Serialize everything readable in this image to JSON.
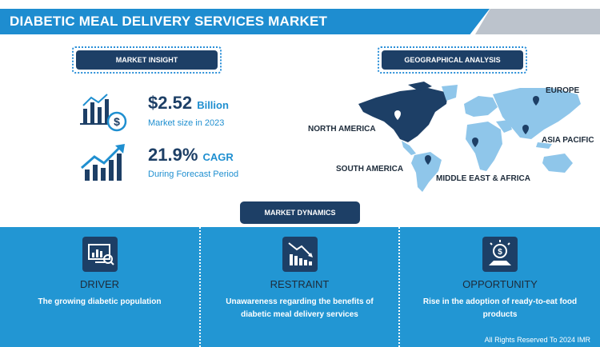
{
  "header": {
    "title": "DIABETIC MEAL DELIVERY SERVICES MARKET"
  },
  "insight": {
    "label": "MARKET INSIGHT",
    "market_size_value": "$2.52",
    "market_size_unit": "Billion",
    "market_size_caption": "Market size in 2023",
    "cagr_value": "21.9%",
    "cagr_unit": "CAGR",
    "cagr_caption": "During Forecast Period"
  },
  "geo": {
    "label": "GEOGRAPHICAL ANALYSIS",
    "regions": {
      "north_america": "NORTH AMERICA",
      "europe": "EUROPE",
      "asia_pacific": "ASIA PACIFIC",
      "south_america": "SOUTH AMERICA",
      "mea": "MIDDLE EAST & AFRICA"
    }
  },
  "dynamics": {
    "label": "MARKET DYNAMICS",
    "driver": {
      "title": "DRIVER",
      "text": "The growing diabetic population"
    },
    "restraint": {
      "title": "RESTRAINT",
      "text": "Unawareness regarding the benefits of diabetic meal delivery services"
    },
    "opportunity": {
      "title": "OPPORTUNITY",
      "text": "Rise in the adoption of ready-to-eat food products"
    }
  },
  "footer": {
    "text": "All Rights Reserved To 2024 IMR"
  },
  "colors": {
    "primary_blue": "#1e8dd0",
    "navy": "#1d3f66",
    "map_light": "#8fc6ea"
  }
}
